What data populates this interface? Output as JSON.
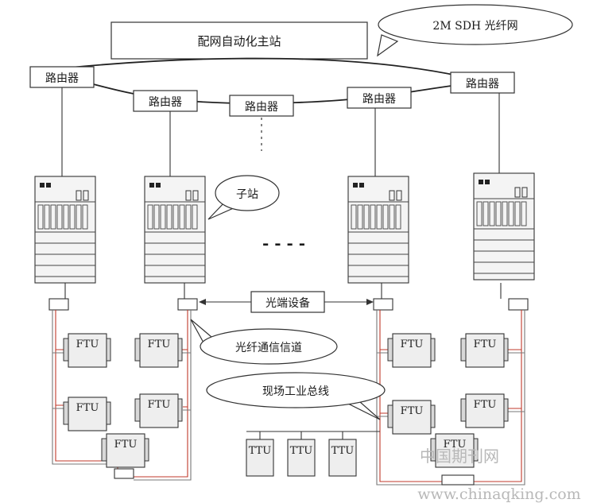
{
  "master_station": "配网自动化主站",
  "sdh_callout": "2M SDH 光纤网",
  "router_label": "路由器",
  "substation_callout": "子站",
  "optical_terminal": "光端设备",
  "fiber_channel": "光纤通信信道",
  "fieldbus": "现场工业总线",
  "ftu_label": "FTU",
  "ttu_label": "TTU",
  "ellipsis": "- - - -",
  "watermark_cn": "中国期刊网",
  "watermark_url": "www.chinaqking.com",
  "colors": {
    "fiber": "#c0392b",
    "line": "#333333",
    "watermark": "#b8b8b8"
  }
}
